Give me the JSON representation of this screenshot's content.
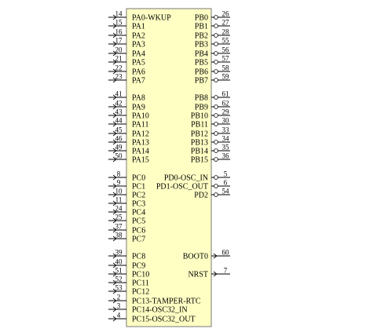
{
  "colors": {
    "body_fill": "#ffffc4",
    "body_stroke": "#7a7a7a",
    "text": "#000000",
    "pin_line": "#000000"
  },
  "left_pins": [
    {
      "num": "14",
      "name": "PA0-WKUP"
    },
    {
      "num": "15",
      "name": "PA1"
    },
    {
      "num": "16",
      "name": "PA2"
    },
    {
      "num": "17",
      "name": "PA3"
    },
    {
      "num": "20",
      "name": "PA4"
    },
    {
      "num": "21",
      "name": "PA5"
    },
    {
      "num": "22",
      "name": "PA6"
    },
    {
      "num": "23",
      "name": "PA7"
    },
    {
      "num": "41",
      "name": "PA8"
    },
    {
      "num": "42",
      "name": "PA9"
    },
    {
      "num": "43",
      "name": "PA10"
    },
    {
      "num": "44",
      "name": "PA11"
    },
    {
      "num": "45",
      "name": "PA12"
    },
    {
      "num": "46",
      "name": "PA13"
    },
    {
      "num": "49",
      "name": "PA14"
    },
    {
      "num": "50",
      "name": "PA15"
    },
    {
      "num": "8",
      "name": "PC0"
    },
    {
      "num": "9",
      "name": "PC1"
    },
    {
      "num": "10",
      "name": "PC2"
    },
    {
      "num": "11",
      "name": "PC3"
    },
    {
      "num": "24",
      "name": "PC4"
    },
    {
      "num": "25",
      "name": "PC5"
    },
    {
      "num": "37",
      "name": "PC6"
    },
    {
      "num": "38",
      "name": "PC7"
    },
    {
      "num": "39",
      "name": "PC8"
    },
    {
      "num": "40",
      "name": "PC9"
    },
    {
      "num": "51",
      "name": "PC10"
    },
    {
      "num": "52",
      "name": "PC11"
    },
    {
      "num": "53",
      "name": "PC12"
    },
    {
      "num": "2",
      "name": "PC13-TAMPER-RTC"
    },
    {
      "num": "3",
      "name": "PC14-OSC32_IN"
    },
    {
      "num": "4",
      "name": "PC15-OSC32_OUT"
    }
  ],
  "right_pins": [
    {
      "num": "26",
      "name": "PB0"
    },
    {
      "num": "27",
      "name": "PB1"
    },
    {
      "num": "28",
      "name": "PB2"
    },
    {
      "num": "55",
      "name": "PB3"
    },
    {
      "num": "56",
      "name": "PB4"
    },
    {
      "num": "57",
      "name": "PB5"
    },
    {
      "num": "58",
      "name": "PB6"
    },
    {
      "num": "59",
      "name": "PB7"
    },
    {
      "num": "61",
      "name": "PB8"
    },
    {
      "num": "62",
      "name": "PB9"
    },
    {
      "num": "29",
      "name": "PB10"
    },
    {
      "num": "30",
      "name": "PB11"
    },
    {
      "num": "33",
      "name": "PB12"
    },
    {
      "num": "34",
      "name": "PB13"
    },
    {
      "num": "35",
      "name": "PB14"
    },
    {
      "num": "36",
      "name": "PB15"
    },
    {
      "num": "5",
      "name": "PD0-OSC_IN"
    },
    {
      "num": "6",
      "name": "PD1-OSC_OUT"
    },
    {
      "num": "54",
      "name": "PD2"
    },
    {
      "num": "60",
      "name": "BOOT0"
    },
    {
      "num": "7",
      "name": "NRST"
    }
  ]
}
